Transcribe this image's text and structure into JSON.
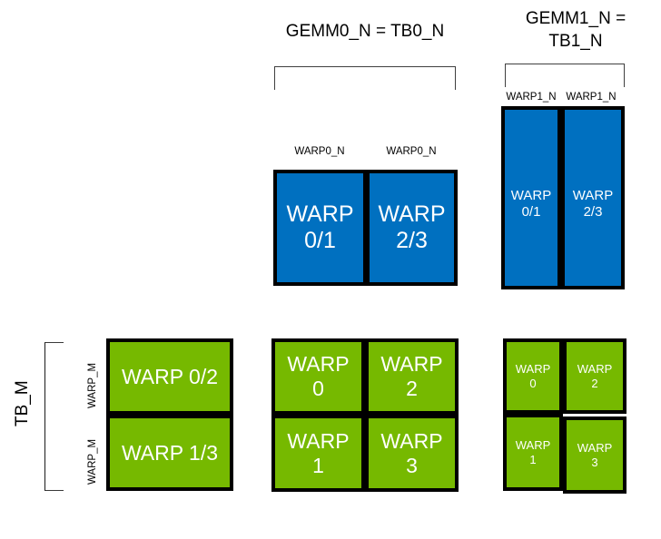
{
  "diagram": {
    "title_left": "GEMM0_N = TB0_N",
    "title_right": "GEMM1_N =\nTB1_N",
    "colors": {
      "blue": "#0070C0",
      "green": "#76B900",
      "border": "#000000",
      "text_on_block": "#FFFFFF",
      "label": "#000000",
      "background": "#FFFFFF"
    },
    "axis_labels": {
      "tb_m": "TB_M",
      "warp_m_top": "WARP_M",
      "warp_m_bottom": "WARP_M"
    },
    "column_labels": {
      "gemm0": [
        "WARP0_N",
        "WARP0_N"
      ],
      "gemm1": [
        "WARP1_N",
        "WARP1_N"
      ]
    },
    "blue_row": {
      "gemm0_cells": [
        {
          "line1": "WARP",
          "line2": "0/1",
          "text": "WARP\n0/1"
        },
        {
          "line1": "WARP",
          "line2": "2/3",
          "text": "WARP\n2/3"
        }
      ],
      "gemm1_cells": [
        {
          "line1": "WARP",
          "line2": "0/1",
          "text": "WARP\n0/1"
        },
        {
          "line1": "WARP",
          "line2": "2/3",
          "text": "WARP\n2/3"
        }
      ]
    },
    "green_row": {
      "left_cells": [
        {
          "text": "WARP 0/2"
        },
        {
          "text": "WARP 1/3"
        }
      ],
      "gemm0_cells": [
        {
          "text": "WARP\n0"
        },
        {
          "text": "WARP\n2"
        },
        {
          "text": "WARP\n1"
        },
        {
          "text": "WARP\n3"
        }
      ],
      "gemm1_cells": [
        {
          "text": "WARP\n0"
        },
        {
          "text": "WARP\n2"
        },
        {
          "text": "WARP\n1"
        },
        {
          "text": "WARP\n3"
        }
      ]
    }
  }
}
